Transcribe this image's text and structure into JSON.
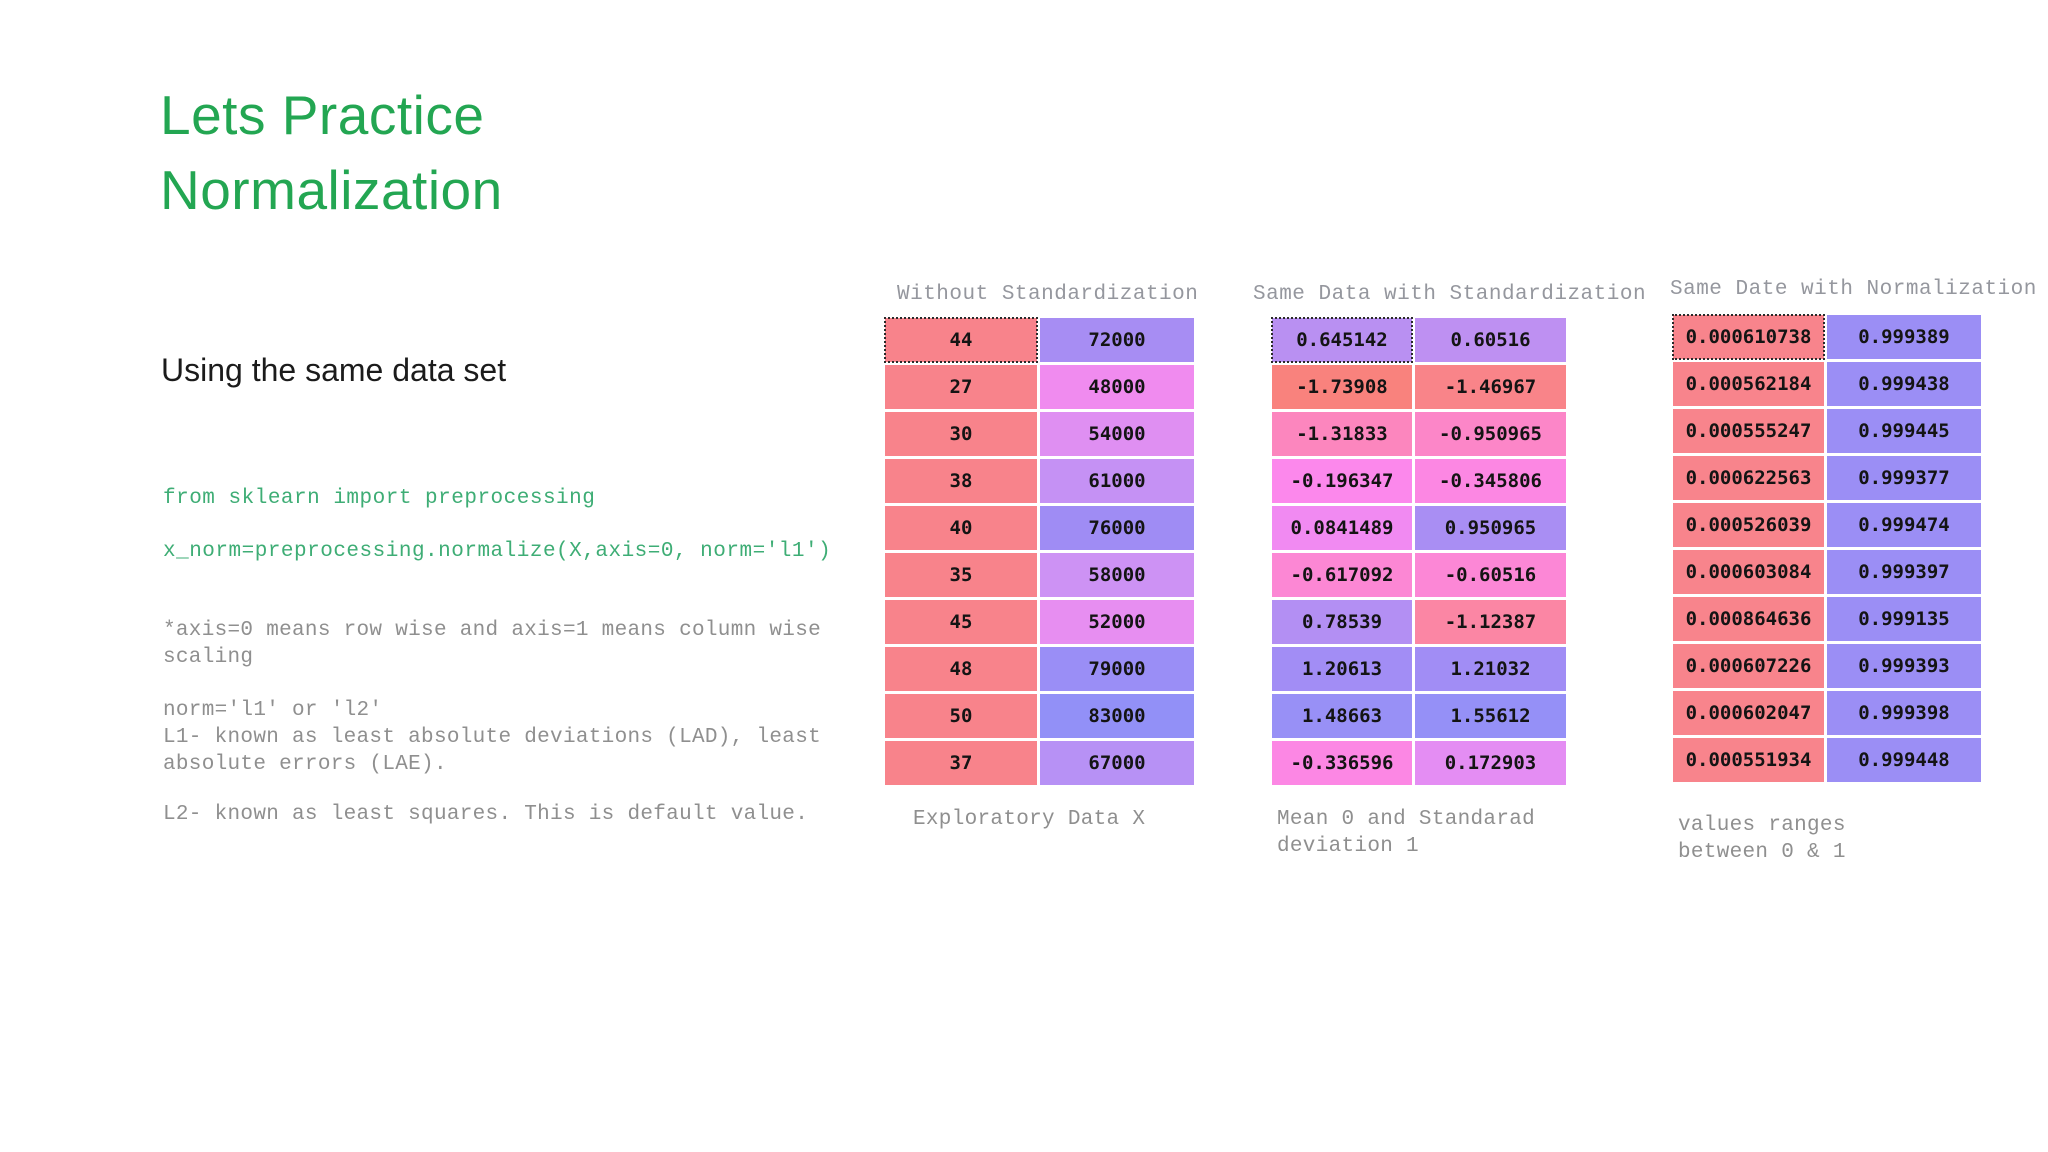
{
  "slide": {
    "title_line1": "Lets Practice",
    "title_line2": "Normalization",
    "subtitle": "Using the same data set",
    "code_line1": "from sklearn import preprocessing",
    "code_line2": "x_norm=preprocessing.normalize(X,axis=0, norm='l1')",
    "note1": "*axis=0 means row wise and axis=1 means column wise scaling",
    "note2_line1": "norm='l1' or 'l2'",
    "note2_line2": "L1- known as least absolute deviations (LAD), least absolute errors (LAE).",
    "note3": "L2- known as least squares. This is default value.",
    "colors": {
      "title_green": "#23A652",
      "code_green": "#3EAD75",
      "note_gray": "#8F8F8F",
      "header_gray": "#95979E",
      "caption_gray": "#8F8F8F"
    }
  },
  "tables": [
    {
      "header": "Without Standardization",
      "caption_lines": [
        "Exploratory Data X"
      ],
      "rows": [
        {
          "c1": "44",
          "c2": "72000",
          "bg1": "#F8838B",
          "bg2": "#A78DF3",
          "selected": true
        },
        {
          "c1": "27",
          "c2": "48000",
          "bg1": "#F8838B",
          "bg2": "#F08BEF",
          "selected": false
        },
        {
          "c1": "30",
          "c2": "54000",
          "bg1": "#F8838B",
          "bg2": "#DF8FF2",
          "selected": false
        },
        {
          "c1": "38",
          "c2": "61000",
          "bg1": "#F8838B",
          "bg2": "#C591F4",
          "selected": false
        },
        {
          "c1": "40",
          "c2": "76000",
          "bg1": "#F8838B",
          "bg2": "#9F8CF4",
          "selected": false
        },
        {
          "c1": "35",
          "c2": "58000",
          "bg1": "#F8838B",
          "bg2": "#CD92F4",
          "selected": false
        },
        {
          "c1": "45",
          "c2": "52000",
          "bg1": "#F8838B",
          "bg2": "#E78EF1",
          "selected": false
        },
        {
          "c1": "48",
          "c2": "79000",
          "bg1": "#F8838B",
          "bg2": "#9A8EF6",
          "selected": false
        },
        {
          "c1": "50",
          "c2": "83000",
          "bg1": "#F8838B",
          "bg2": "#9290F7",
          "selected": false
        },
        {
          "c1": "37",
          "c2": "67000",
          "bg1": "#F8838B",
          "bg2": "#B791F5",
          "selected": false
        }
      ]
    },
    {
      "header": "Same Data with Standardization",
      "caption_lines": [
        "Mean 0 and Standarad",
        "deviation 1"
      ],
      "rows": [
        {
          "c1": "0.645142",
          "c2": "0.60516",
          "bg1": "#B990F2",
          "bg2": "#BE90F2",
          "selected": true
        },
        {
          "c1": "-1.73908",
          "c2": "-1.46967",
          "bg1": "#F9827D",
          "bg2": "#F98489",
          "selected": false
        },
        {
          "c1": "-1.31833",
          "c2": "-0.950965",
          "bg1": "#FC86BE",
          "bg2": "#FC86C8",
          "selected": false
        },
        {
          "c1": "-0.196347",
          "c2": "-0.345806",
          "bg1": "#FC88EC",
          "bg2": "#FC87E3",
          "selected": false
        },
        {
          "c1": "0.0841489",
          "c2": "0.950965",
          "bg1": "#F18AF2",
          "bg2": "#A98EF3",
          "selected": false
        },
        {
          "c1": "-0.617092",
          "c2": "-0.60516",
          "bg1": "#FC87D4",
          "bg2": "#FC87D6",
          "selected": false
        },
        {
          "c1": "0.78539",
          "c2": "-1.12387",
          "bg1": "#B38FF3",
          "bg2": "#FB86A4",
          "selected": false
        },
        {
          "c1": "1.20613",
          "c2": "1.21032",
          "bg1": "#A28DF5",
          "bg2": "#A18DF5",
          "selected": false
        },
        {
          "c1": "1.48663",
          "c2": "1.55612",
          "bg1": "#9890F6",
          "bg2": "#9590F7",
          "selected": false
        },
        {
          "c1": "-0.336596",
          "c2": "0.172903",
          "bg1": "#FC87E4",
          "bg2": "#E48DF3",
          "selected": false
        }
      ]
    },
    {
      "header": "Same Date with Normalization",
      "caption_lines": [
        "values ranges",
        "between 0 & 1"
      ],
      "rows": [
        {
          "c1": "0.000610738",
          "c2": "0.999389",
          "bg1": "#F8848C",
          "bg2": "#9B8EF5",
          "selected": true
        },
        {
          "c1": "0.000562184",
          "c2": "0.999438",
          "bg1": "#F8848C",
          "bg2": "#9B8EF5",
          "selected": false
        },
        {
          "c1": "0.000555247",
          "c2": "0.999445",
          "bg1": "#F8848C",
          "bg2": "#9B8EF5",
          "selected": false
        },
        {
          "c1": "0.000622563",
          "c2": "0.999377",
          "bg1": "#F8848C",
          "bg2": "#9B8EF5",
          "selected": false
        },
        {
          "c1": "0.000526039",
          "c2": "0.999474",
          "bg1": "#F8848C",
          "bg2": "#9B8EF5",
          "selected": false
        },
        {
          "c1": "0.000603084",
          "c2": "0.999397",
          "bg1": "#F8848C",
          "bg2": "#9B8EF5",
          "selected": false
        },
        {
          "c1": "0.000864636",
          "c2": "0.999135",
          "bg1": "#F8848C",
          "bg2": "#9B8EF5",
          "selected": false
        },
        {
          "c1": "0.000607226",
          "c2": "0.999393",
          "bg1": "#F8848C",
          "bg2": "#9B8EF5",
          "selected": false
        },
        {
          "c1": "0.000602047",
          "c2": "0.999398",
          "bg1": "#F8848C",
          "bg2": "#9B8EF5",
          "selected": false
        },
        {
          "c1": "0.000551934",
          "c2": "0.999448",
          "bg1": "#F8848C",
          "bg2": "#9B8EF5",
          "selected": false
        }
      ]
    }
  ]
}
